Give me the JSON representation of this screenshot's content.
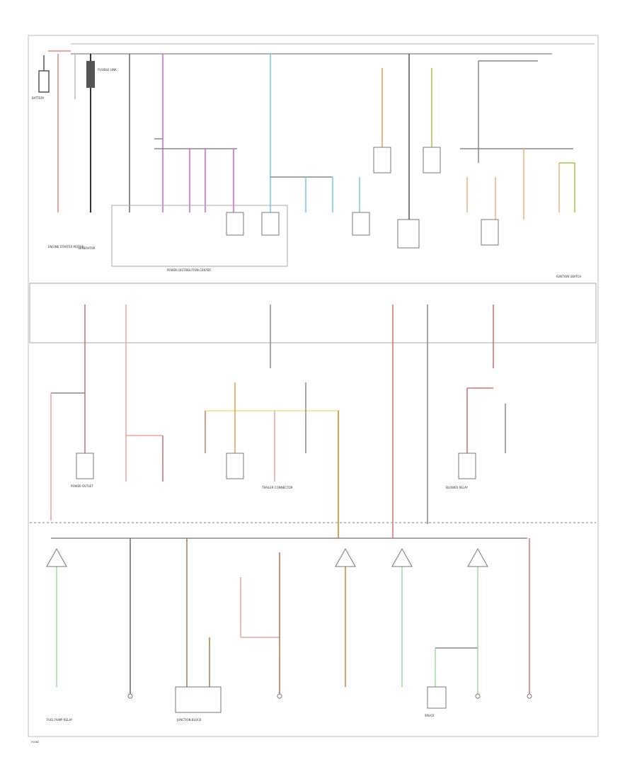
{
  "footer": {
    "code": "F0082"
  },
  "labels": {
    "battery": "BATTERY",
    "cap_fusible_link": "FUSIBLE LINK",
    "generator": "GENERATOR",
    "pdc": "POWER DISTRIBUTION CENTER",
    "ignition_switch": "IGNITION SWITCH",
    "power_outlet": "POWER OUTLET",
    "junction_block": "JUNCTION BLOCK",
    "trailer_connector": "TRAILER CONNECTOR",
    "fuel_pump_relay": "FUEL PUMP RELAY",
    "blower_relay": "BLOWER RELAY",
    "engine_starter_motor": "ENGINE STARTER MOTOR",
    "ground_splice": "SPLICE"
  },
  "wires": [
    {
      "id": "w1",
      "color": "#f0a0a0"
    },
    {
      "id": "w2",
      "color": "#222222"
    },
    {
      "id": "w3",
      "color": "#d040d0"
    },
    {
      "id": "w4",
      "color": "#60c0e0"
    },
    {
      "id": "w5",
      "color": "#e0a050"
    },
    {
      "id": "w6",
      "color": "#b0c040"
    },
    {
      "id": "w7",
      "color": "#90d090"
    }
  ]
}
